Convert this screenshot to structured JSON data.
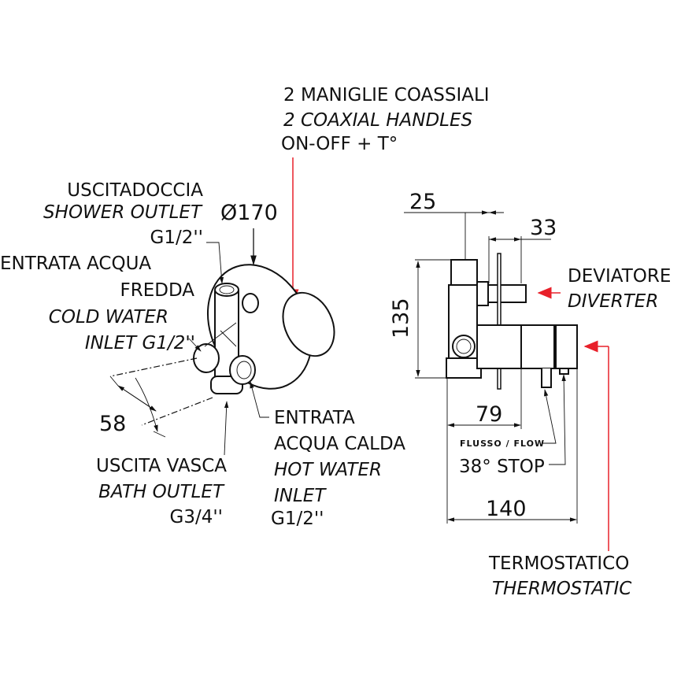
{
  "title_block": {
    "line1": "2 MANIGLIE COASSIALI",
    "line2": "2 COAXIAL HANDLES",
    "line3": "ON-OFF + T°"
  },
  "shower_outlet": {
    "it": "USCITADOCCIA",
    "en": "SHOWER OUTLET",
    "size": "G1/2''"
  },
  "diameter": "Ø170",
  "cold_inlet": {
    "it1": "ENTRATA ACQUA",
    "it2": "FREDDA",
    "en1": "COLD WATER",
    "en2": "INLET  G1/2''"
  },
  "dim_58": "58",
  "bath_outlet": {
    "it": "USCITA VASCA",
    "en": "BATH OUTLET",
    "size": "G3/4''"
  },
  "hot_inlet": {
    "it1": "ENTRATA",
    "it2": "ACQUA CALDA",
    "en1": "HOT WATER",
    "en2": "INLET",
    "size": "G1/2''"
  },
  "side_view": {
    "dim_25": "25",
    "dim_33": "33",
    "dim_135": "135",
    "dim_79": "79",
    "dim_140": "140",
    "diverter_it": "DEVIATORE",
    "diverter_en": "DIVERTER",
    "flow": "FLUSSO / FLOW",
    "stop": "38° STOP",
    "thermo_it": "TERMOSTATICO",
    "thermo_en": "THERMOSTATIC"
  },
  "colors": {
    "accent_arrow": "#e8202a",
    "line": "#111111"
  }
}
